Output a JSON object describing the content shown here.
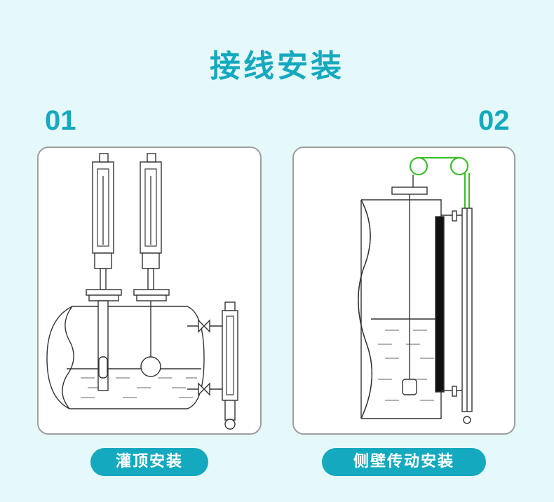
{
  "header": {
    "title": "接线安装"
  },
  "sections": [
    {
      "number": "01",
      "label": "灌顶安装"
    },
    {
      "number": "02",
      "label": "侧壁传动安装"
    }
  ],
  "colors": {
    "accent": "#14a9be",
    "background": "#e5f8fa",
    "card_border": "#9e9e9e",
    "highlight_green": "#3bbf2a"
  }
}
